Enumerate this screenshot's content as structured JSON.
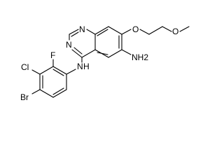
{
  "molecule": {
    "atoms": {
      "n1": "N",
      "n3": "N",
      "o_ring": "O",
      "o_chain": "O",
      "nh2": "NH2",
      "nh_link": "N",
      "nh_h": "H",
      "f": "F",
      "cl": "Cl",
      "br": "Br"
    }
  }
}
